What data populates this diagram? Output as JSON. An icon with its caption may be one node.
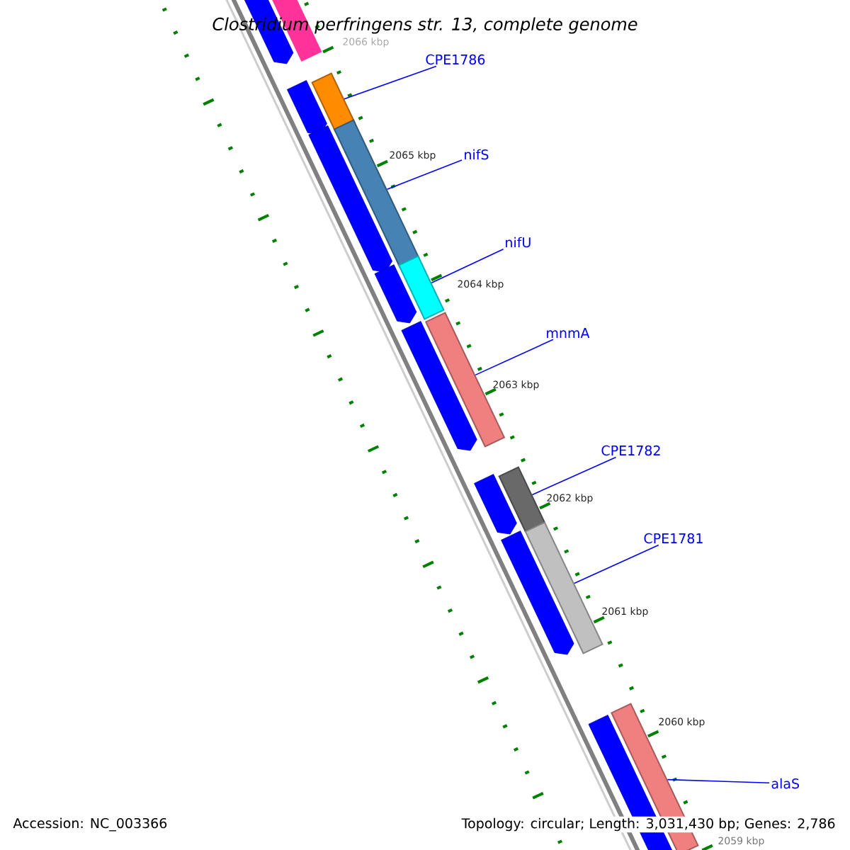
{
  "diagram": {
    "title": "Clostridium perfringens str. 13, complete genome",
    "nodes": [
      {
        "text": [
          "CPE1786"
        ]
      },
      {
        "text": [],
        "shape": "bar"
      },
      {
        "text": [
          "nifS"
        ]
      },
      {
        "text": [],
        "shape": "bar"
      },
      {
        "text": [
          "nifU"
        ]
      },
      {
        "text": [],
        "shape": "bar"
      },
      {
        "text": [
          "mnmA"
        ]
      },
      {
        "text": [],
        "shape": "bar"
      },
      {
        "text": [
          "CPE1782"
        ]
      },
      {
        "text": [],
        "shape": "bar"
      },
      {
        "text": [
          "CPE1781"
        ]
      },
      {
        "text": [],
        "shape": "bar"
      },
      {
        "text": [
          "alaS"
        ]
      },
      {
        "text": [],
        "shape": "bar"
      }
    ],
    "edges": [
      {
        "from": 0,
        "to": 1,
        "arrow": "none"
      },
      {
        "from": 2,
        "to": 3,
        "arrow": "none"
      },
      {
        "from": 4,
        "to": 5,
        "arrow": "none"
      },
      {
        "from": 6,
        "to": 7,
        "arrow": "none"
      },
      {
        "from": 8,
        "to": 9,
        "arrow": "none"
      },
      {
        "from": 10,
        "to": 11,
        "arrow": "none"
      },
      {
        "from": 12,
        "to": 13,
        "arrow": "none"
      }
    ],
    "labels": [
      "2066 kbp",
      "2065 kbp",
      "2064 kbp",
      "2063 kbp",
      "2062 kbp",
      "2061 kbp",
      "2060 kbp",
      "2059 kbp",
      "Accession: NC_003366",
      "Topology: circular; Length: 3,031,430 bp; Genes: 2,786"
    ]
  }
}
